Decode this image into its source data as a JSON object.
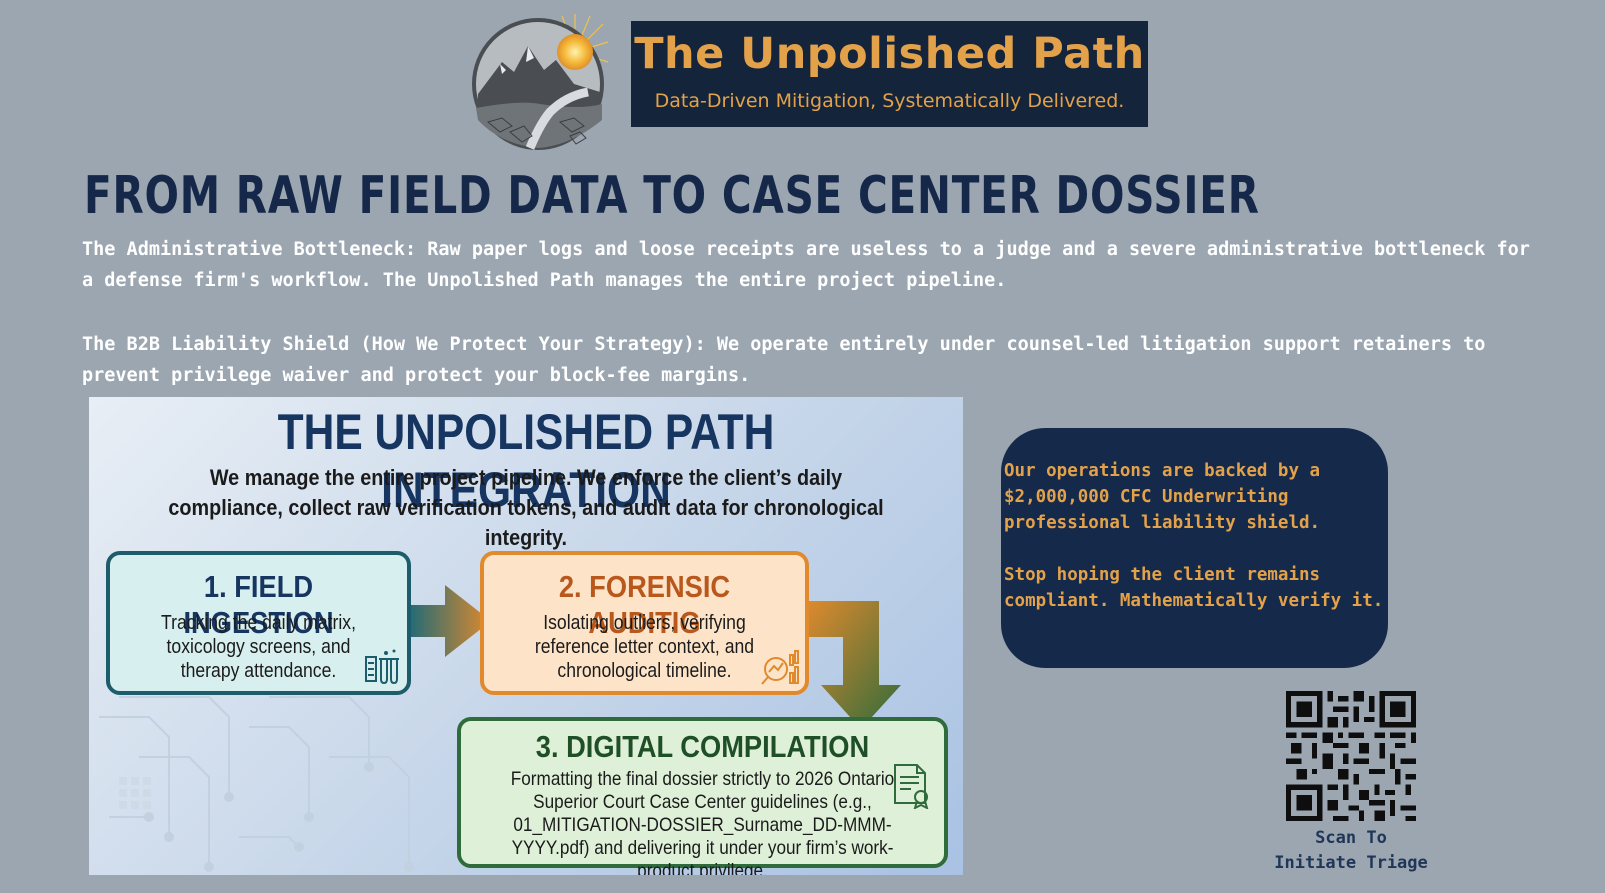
{
  "header": {
    "brand_title": "The Unpolished Path",
    "brand_tagline": "Data-Driven Mitigation, Systematically Delivered."
  },
  "headline": "FROM RAW FIELD DATA TO CASE CENTER DOSSIER",
  "paragraphs": {
    "bottleneck": "The Administrative Bottleneck: Raw paper logs and loose receipts are useless to a judge and a severe administrative bottleneck for a defense firm's workflow. The Unpolished Path manages the entire project pipeline.",
    "shield": "The B2B Liability Shield (How We Protect Your Strategy): We operate entirely under counsel-led litigation support retainers to prevent privilege waiver and protect your block-fee margins."
  },
  "infographic": {
    "title": "THE UNPOLISHED PATH INTEGRATION",
    "subtitle": "We manage the entire project pipeline. We enforce the client’s daily compliance, collect raw verification tokens, and audit data for chronological integrity.",
    "steps": [
      {
        "title": "1. FIELD INGESTION",
        "body": "Tracking the daily matrix, toxicology screens, and therapy attendance.",
        "icon": "lab-tubes-icon"
      },
      {
        "title": "2. FORENSIC AUDITIG",
        "body": "Isolating outliers, verifying reference letter context, and chronological timeline.",
        "icon": "magnifier-chart-icon"
      },
      {
        "title": "3. DIGITAL COMPILATION",
        "body": "Formatting the final dossier strictly to 2026 Ontario Superior Court Case Center guidelines (e.g., 01_MITIGATION-DOSSIER_Surname_DD-MMM-YYYY.pdf) and delivering it under your firm’s work-product privilege.",
        "icon": "certificate-icon"
      }
    ]
  },
  "callout": {
    "line1": "Our operations are backed by a $2,000,000 CFC Underwriting professional liability shield.",
    "line2": "Stop hoping the client remains compliant. Mathematically verify it."
  },
  "qr": {
    "label_line1": "Scan To",
    "label_line2": "Initiate Triage"
  },
  "colors": {
    "page_bg": "#9ba6b1",
    "navy": "#14243a",
    "gold": "#e3a24a",
    "step1_border": "#1d5c6b",
    "step2_border": "#e08a2d",
    "step3_border": "#2f6b3b"
  }
}
